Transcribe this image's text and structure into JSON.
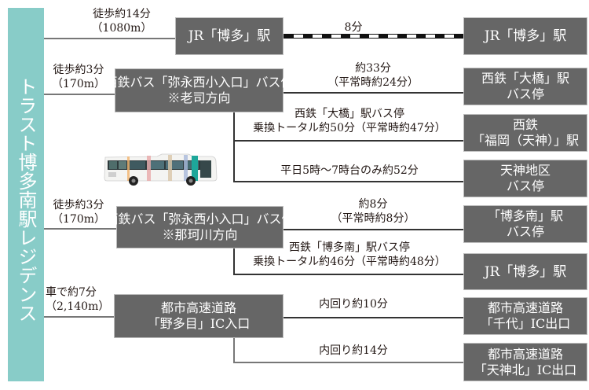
{
  "origin": {
    "name": "トラスト博多南駅レジデンス",
    "color": "#88ccc8"
  },
  "colors": {
    "box": "#666666",
    "box_text": "#ffffff",
    "line": "#777777",
    "text": "#231815"
  },
  "routes": [
    {
      "access": {
        "line1": "徒歩約14分",
        "line2": "（1080m）"
      },
      "hub": {
        "lines": [
          "JR「博多」駅"
        ]
      },
      "branches": [
        {
          "mode": "rail",
          "label": {
            "line1": "8分"
          },
          "dest": {
            "lines": [
              "JR「博多」駅"
            ]
          }
        }
      ]
    },
    {
      "access": {
        "line1": "徒歩約3分",
        "line2": "（170m）"
      },
      "hub": {
        "lines": [
          "西鉄バス「弥永西小入口」バス停",
          "※老司方向"
        ]
      },
      "branches": [
        {
          "mode": "bus",
          "label": {
            "line1": "約33分",
            "line2": "（平常時約24分）"
          },
          "dest": {
            "lines": [
              "西鉄「大橋」駅",
              "バス停"
            ]
          }
        },
        {
          "mode": "bus",
          "label": {
            "line1": "西鉄「大橋」駅バス停",
            "line2": "乗換トータル約50分（平常時約47分）"
          },
          "dest": {
            "lines": [
              "西鉄",
              "「福岡（天神）」駅"
            ]
          }
        },
        {
          "mode": "bus",
          "label": {
            "line1": "平日5時〜7時台のみ約52分"
          },
          "dest": {
            "lines": [
              "天神地区",
              "バス停"
            ]
          }
        }
      ]
    },
    {
      "access": {
        "line1": "徒歩約3分",
        "line2": "（170m）"
      },
      "hub": {
        "lines": [
          "西鉄バス「弥永西小入口」バス停",
          "※那珂川方向"
        ]
      },
      "branches": [
        {
          "mode": "bus",
          "label": {
            "line1": "約8分",
            "line2": "（平常時約8分）"
          },
          "dest": {
            "lines": [
              "「博多南」駅",
              "バス停"
            ]
          }
        },
        {
          "mode": "bus",
          "label": {
            "line1": "西鉄「博多南」駅バス停",
            "line2": "乗換トータル約46分（平常時約48分）"
          },
          "dest": {
            "lines": [
              "JR「博多」駅"
            ]
          }
        }
      ]
    },
    {
      "access": {
        "line1": "車で約7分",
        "line2": "（2,140m）"
      },
      "hub": {
        "lines": [
          "都市高速道路",
          "「野多目」IC入口"
        ]
      },
      "branches": [
        {
          "mode": "car",
          "label": {
            "line1": "内回り約10分"
          },
          "dest": {
            "lines": [
              "都市高速道路",
              "「千代」IC出口"
            ]
          }
        },
        {
          "mode": "car",
          "label": {
            "line1": "内回り約14分"
          },
          "dest": {
            "lines": [
              "都市高速道路",
              "「天神北」IC出口"
            ]
          }
        }
      ]
    }
  ],
  "image": {
    "name": "bus-photo",
    "description": "white city bus with pastel stripes"
  }
}
